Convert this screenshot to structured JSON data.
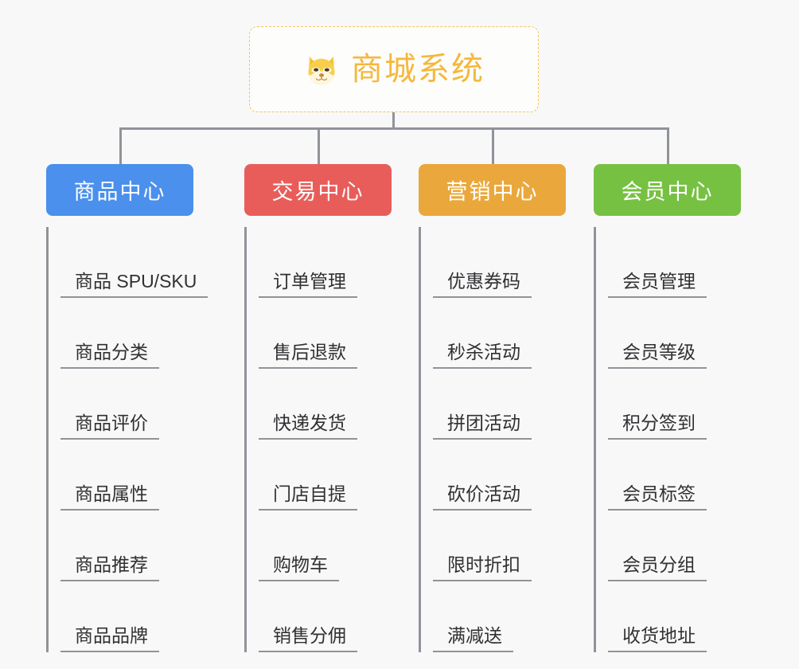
{
  "diagram": {
    "type": "org-chart",
    "background_color": "#f8f8f8",
    "root": {
      "title": "商城系统",
      "icon": "shiba-dog-face-emoji",
      "text_color": "#f5b83d",
      "border_color": "#f2c55c",
      "background_color": "#fdfdfb"
    },
    "connector_color": "#909399",
    "columns": [
      {
        "title": "商品中心",
        "color": "#4a90ec",
        "items": [
          "商品 SPU/SKU",
          "商品分类",
          "商品评价",
          "商品属性",
          "商品推荐",
          "商品品牌"
        ]
      },
      {
        "title": "交易中心",
        "color": "#e85d5a",
        "items": [
          "订单管理",
          "售后退款",
          "快递发货",
          "门店自提",
          "购物车",
          "销售分佣"
        ]
      },
      {
        "title": "营销中心",
        "color": "#eaa83c",
        "items": [
          "优惠券码",
          "秒杀活动",
          "拼团活动",
          "砍价活动",
          "限时折扣",
          "满减送"
        ]
      },
      {
        "title": "会员中心",
        "color": "#77c142",
        "items": [
          "会员管理",
          "会员等级",
          "积分签到",
          "会员标签",
          "会员分组",
          "收货地址"
        ]
      }
    ]
  }
}
